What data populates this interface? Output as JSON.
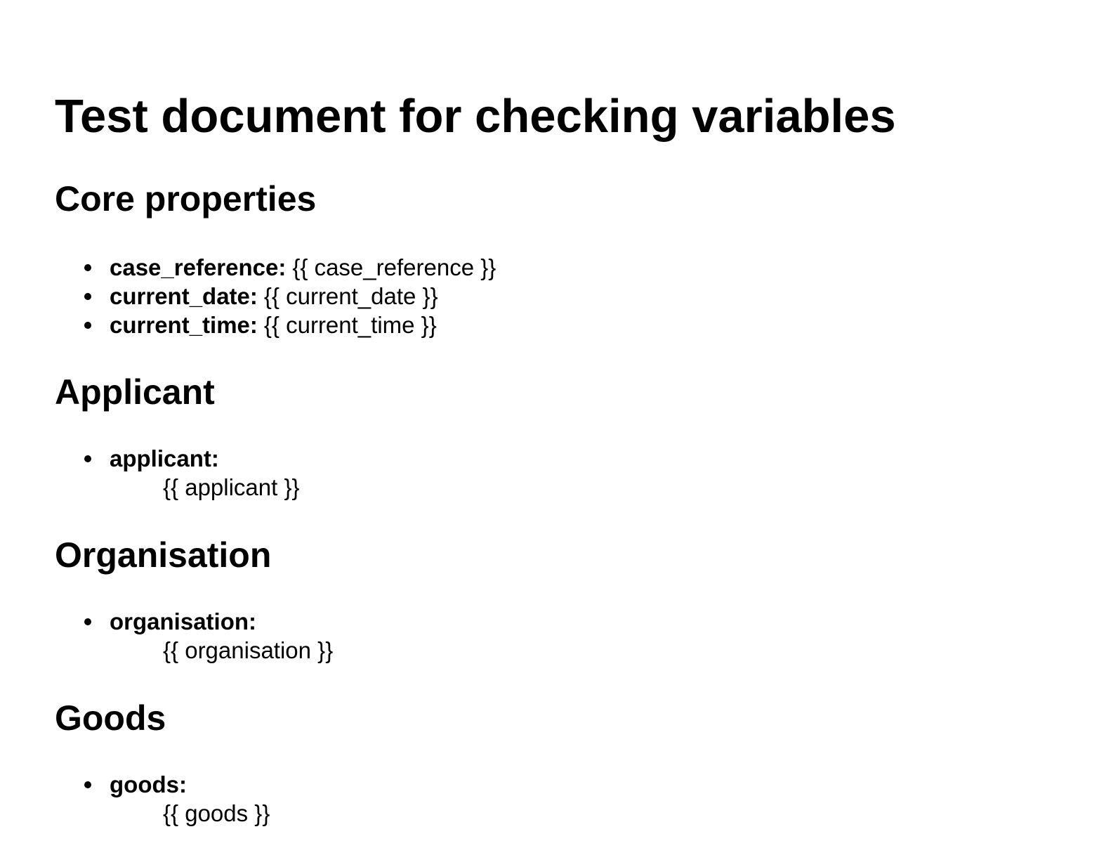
{
  "document": {
    "title": "Test document for checking variables"
  },
  "sections": {
    "core": {
      "heading": "Core properties",
      "items": [
        {
          "key": "case_reference:",
          "value": "{{ case_reference }}"
        },
        {
          "key": "current_date:",
          "value": "{{ current_date }}"
        },
        {
          "key": "current_time:",
          "value": "{{ current_time }}"
        }
      ]
    },
    "applicant": {
      "heading": "Applicant",
      "items": [
        {
          "key": "applicant:",
          "value": "{{ applicant }}"
        }
      ]
    },
    "organisation": {
      "heading": "Organisation",
      "items": [
        {
          "key": "organisation:",
          "value": "{{ organisation }}"
        }
      ]
    },
    "goods": {
      "heading": "Goods",
      "items": [
        {
          "key": "goods:",
          "value": "{{ goods }}"
        }
      ]
    }
  }
}
